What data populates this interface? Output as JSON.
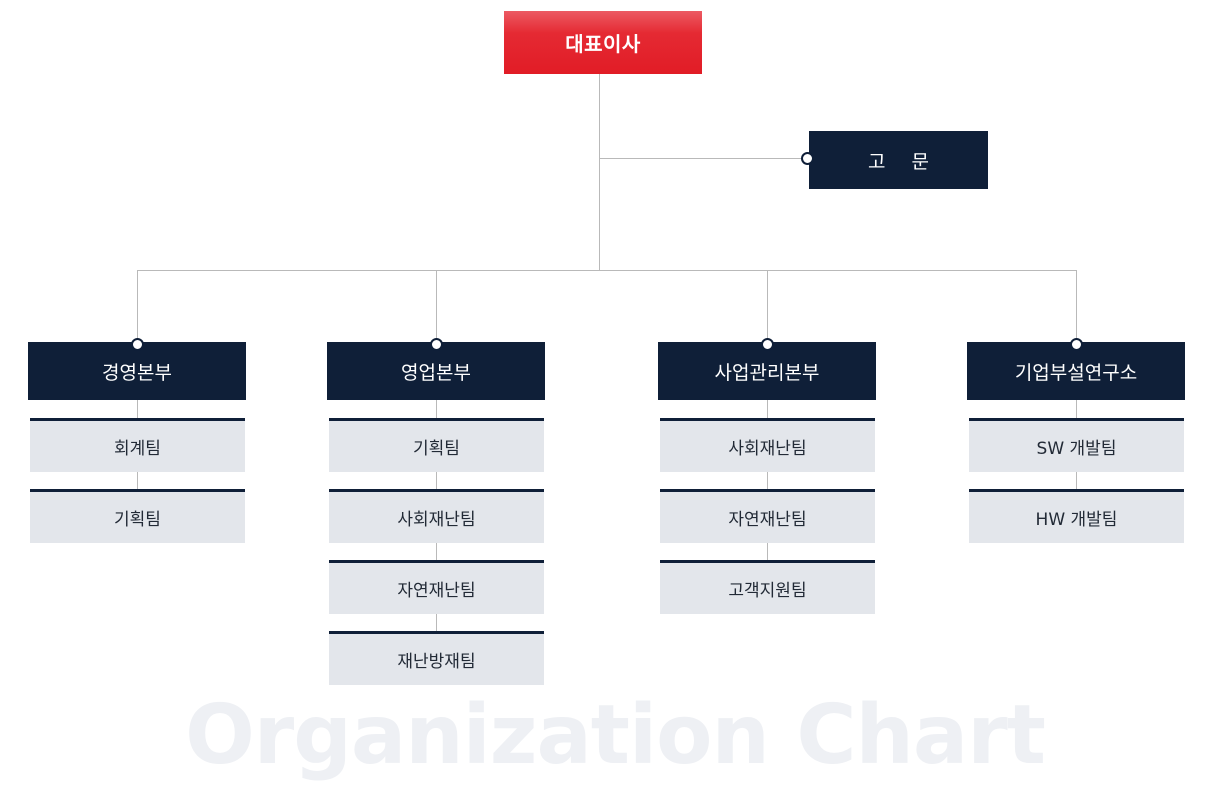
{
  "ceo": {
    "label": "대표이사"
  },
  "advisor": {
    "label": "고 문"
  },
  "divisions": [
    {
      "label": "경영본부",
      "teams": [
        "회계팀",
        "기획팀"
      ]
    },
    {
      "label": "영업본부",
      "teams": [
        "기획팀",
        "사회재난팀",
        "자연재난팀",
        "재난방재팀"
      ]
    },
    {
      "label": "사업관리본부",
      "teams": [
        "사회재난팀",
        "자연재난팀",
        "고객지원팀"
      ]
    },
    {
      "label": "기업부설연구소",
      "teams": [
        "SW 개발팀",
        "HW 개발팀"
      ]
    }
  ],
  "watermark": "Organization Chart",
  "colors": {
    "ceo": "#e11c26",
    "node": "#0f1f38",
    "team_bg": "#e3e6eb",
    "connector": "#b9b9b9"
  }
}
